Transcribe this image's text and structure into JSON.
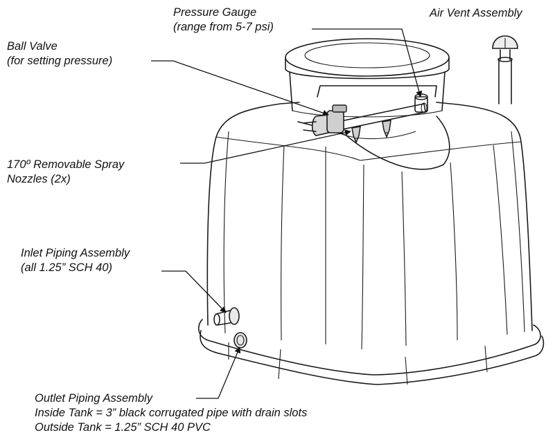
{
  "labels": {
    "pressure_gauge": {
      "line1": "Pressure Gauge",
      "line2": "(range from 5-7 psi)"
    },
    "air_vent": {
      "line1": "Air Vent Assembly"
    },
    "ball_valve": {
      "line1": "Ball Valve",
      "line2": "(for setting pressure)"
    },
    "spray_nozzles": {
      "line1": "170º Removable Spray",
      "line2": "Nozzles (2x)"
    },
    "inlet_piping": {
      "line1": "Inlet Piping Assembly",
      "line2": "(all 1.25” SCH 40)"
    },
    "outlet_piping": {
      "line1": "Outlet Piping Assembly",
      "line2": "Inside Tank = 3” black corrugated pipe with drain slots",
      "line3": "Outside Tank = 1.25” SCH 40 PVC"
    }
  }
}
